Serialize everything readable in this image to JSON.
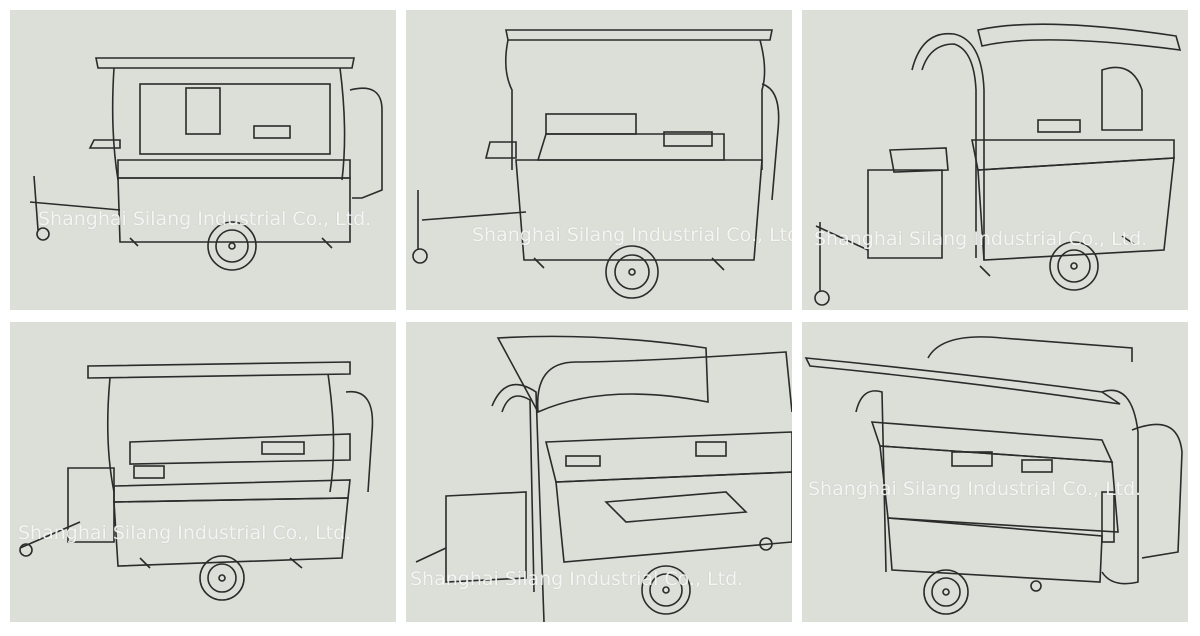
{
  "watermark": "Shanghai Silang Industrial Co., Ltd.",
  "colors": {
    "background": "#dcdfd7",
    "line": "#2b2b2b",
    "watermark": "#ffffff"
  },
  "panels": [
    {
      "view": "front-left open counter"
    },
    {
      "view": "front open counter with sink"
    },
    {
      "view": "rounded shell open with side box"
    },
    {
      "view": "front-left counter with tank"
    },
    {
      "view": "rear three-quarter with open lid"
    },
    {
      "view": "rear three-quarter with open doors"
    }
  ]
}
